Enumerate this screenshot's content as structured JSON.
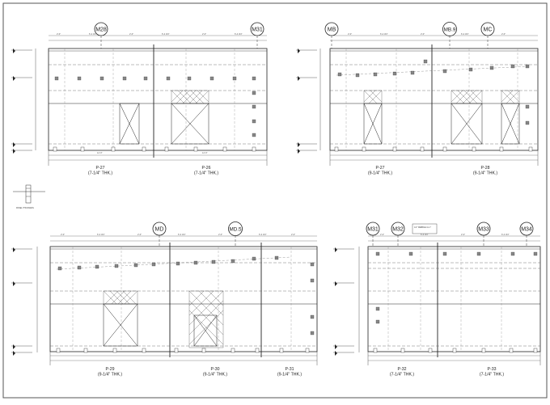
{
  "sheet": {
    "title": ""
  },
  "elevations": [
    {
      "id": "elev-1",
      "gridlines": [
        "M28",
        "M31"
      ],
      "panels": [
        {
          "label": "P-27",
          "thickness": "(7-1/4\" THK.)"
        },
        {
          "label": "P-26",
          "thickness": "(7-1/4\" THK.)"
        }
      ]
    },
    {
      "id": "elev-2",
      "gridlines": [
        "MB",
        "MB.9",
        "MC"
      ],
      "panels": [
        {
          "label": "P-27",
          "thickness": "(9-1/4\" THK.)"
        },
        {
          "label": "P-28",
          "thickness": "(9-1/4\" THK.)"
        }
      ]
    },
    {
      "id": "elev-3",
      "gridlines": [
        "MD",
        "MD.5"
      ],
      "panels": [
        {
          "label": "P-29",
          "thickness": "(9-1/4\" THK.)"
        },
        {
          "label": "P-30",
          "thickness": "(9-1/4\" THK.)"
        },
        {
          "label": "P-31",
          "thickness": "(9-1/4\" THK.)"
        }
      ]
    },
    {
      "id": "elev-4",
      "gridlines": [
        "M31",
        "M32",
        "M33",
        "M34"
      ],
      "panels": [
        {
          "label": "P-32",
          "thickness": "(7-1/4\" THK.)"
        },
        {
          "label": "P-33",
          "thickness": "(7-1/4\" THK.)"
        }
      ]
    }
  ],
  "detail": {
    "label": "PANEL THICKNESS"
  },
  "notes": {
    "dim_a": "2'-0\"",
    "dim_b": "6'-4 3/4\"",
    "weld": "1/2\" WEBBLE  G1.7"
  }
}
